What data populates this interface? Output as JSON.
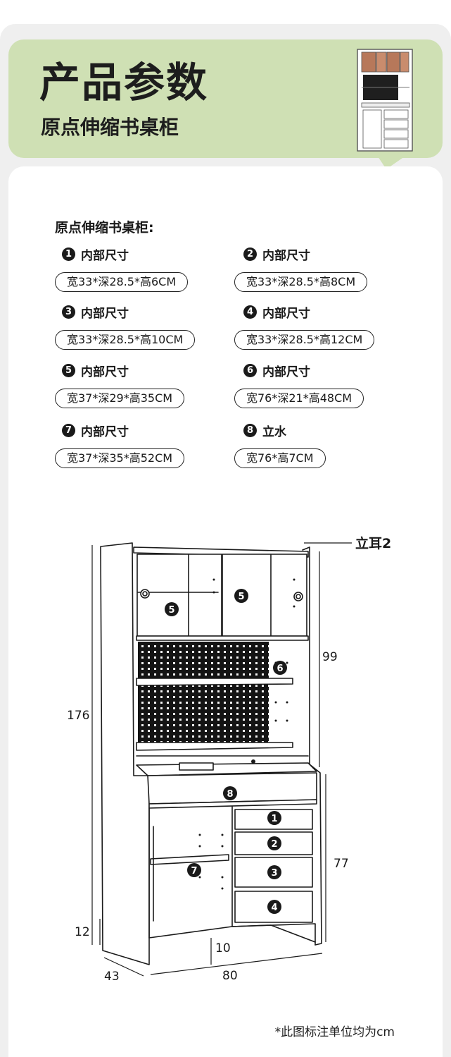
{
  "header": {
    "title": "产品参数",
    "subtitle": "原点伸缩书桌柜"
  },
  "specs": {
    "heading": "原点伸缩书桌柜:",
    "items": [
      {
        "num": "1",
        "label": "内部尺寸",
        "value": "宽33*深28.5*高6CM"
      },
      {
        "num": "2",
        "label": "内部尺寸",
        "value": "宽33*深28.5*高8CM"
      },
      {
        "num": "3",
        "label": "内部尺寸",
        "value": "宽33*深28.5*高10CM"
      },
      {
        "num": "4",
        "label": "内部尺寸",
        "value": "宽33*深28.5*高12CM"
      },
      {
        "num": "5",
        "label": "内部尺寸",
        "value": "宽37*深29*高35CM"
      },
      {
        "num": "6",
        "label": "内部尺寸",
        "value": "宽76*深21*高48CM"
      },
      {
        "num": "7",
        "label": "内部尺寸",
        "value": "宽37*深35*高52CM"
      },
      {
        "num": "8",
        "label": "立水",
        "value": "宽76*高7CM"
      }
    ]
  },
  "diagram": {
    "callout": "立耳2",
    "dims": {
      "total_height": "176",
      "upper_height": "99",
      "lower_height": "77",
      "base_gap": "12",
      "kick_gap": "10",
      "depth": "43",
      "width": "80"
    },
    "markers": {
      "m1": "1",
      "m2": "2",
      "m3": "3",
      "m4": "4",
      "m5a": "5",
      "m5b": "5",
      "m6": "6",
      "m7": "7",
      "m8": "8"
    }
  },
  "footer": {
    "note": "*此图标注单位均为cm"
  },
  "colors": {
    "header_green": "#cfe0b4",
    "outer_gray": "#efefef",
    "ink": "#1a1a1a",
    "thumb_wood": "#b7785a"
  }
}
